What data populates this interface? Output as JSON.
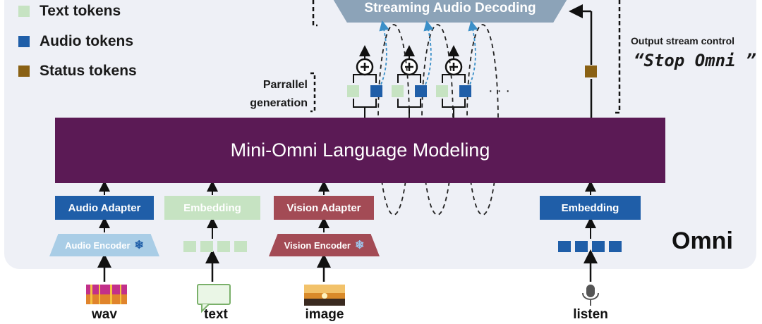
{
  "legend": [
    {
      "label": "Text tokens",
      "color": "#c6e3c2"
    },
    {
      "label": "Audio tokens",
      "color": "#1f5ea8"
    },
    {
      "label": "Status tokens",
      "color": "#8a6114"
    }
  ],
  "decoder_label": "Streaming Audio Decoding",
  "parallel_label_1": "Parrallel",
  "parallel_label_2": "generation",
  "ellipsis": "· · ·",
  "output_control_label": "Output stream control",
  "stop_text": "“Stop Omni ”",
  "lm_label": "Mini-Omni  Language Modeling",
  "adapters": {
    "audio_adapter": "Audio Adapter",
    "embedding_text": "Embedding",
    "vision_adapter": "Vision Adapter",
    "embedding_listen": "Embedding"
  },
  "encoders": {
    "audio_encoder": "Audio Encoder",
    "vision_encoder": "Vision Encoder"
  },
  "inputs": {
    "wav": "wav",
    "text": "text",
    "image": "image",
    "listen": "listen"
  },
  "model_name": "Omni",
  "colors": {
    "panel": "#eef0f6",
    "lm_purple": "#5b1a55",
    "audio_blue": "#1f5ea8",
    "text_green": "#c6e3c2",
    "vision_red": "#a34b55",
    "status_brown": "#8a6114",
    "decoder_gray": "#8ca3b8"
  }
}
